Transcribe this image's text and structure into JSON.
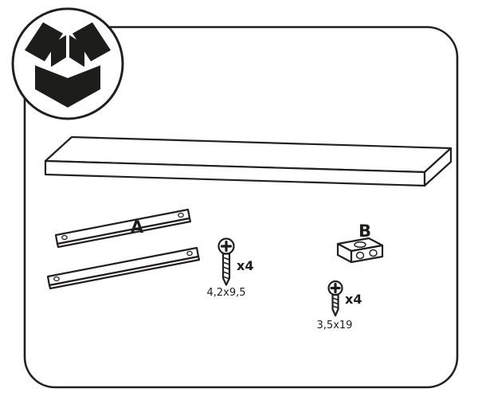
{
  "page": {
    "background_color": "#ffffff",
    "line_color": "#231f20",
    "ink_color": "#1d1d1b"
  },
  "badge": {
    "icon": "open-box-icon"
  },
  "labels": {
    "rails_label": "A",
    "bracket_label": "B",
    "screw_a_quantity": "x4",
    "screw_a_size": "4,2x9,5",
    "screw_b_quantity": "x4",
    "screw_b_size": "3,5x19"
  }
}
